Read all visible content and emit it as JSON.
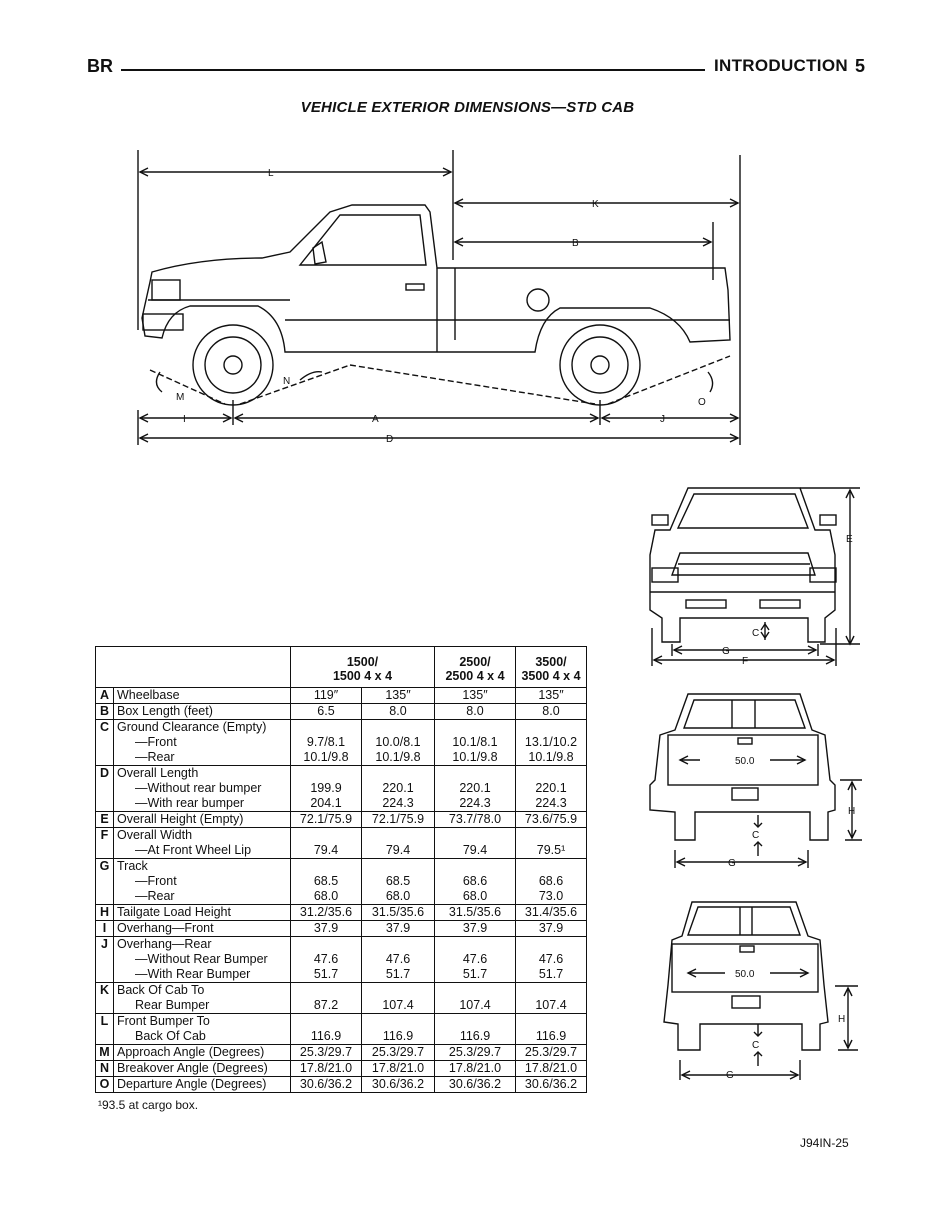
{
  "header": {
    "left": "BR",
    "right": "INTRODUCTION",
    "page": "5"
  },
  "title": "VEHICLE EXTERIOR DIMENSIONS—STD CAB",
  "side_labels": {
    "L": "L",
    "K": "K",
    "B": "B",
    "A": "A",
    "D": "D",
    "I": "I",
    "J": "J",
    "M": "M",
    "N": "N",
    "O": "O"
  },
  "front_labels": {
    "E": "E",
    "C": "C",
    "G": "G",
    "F": "F"
  },
  "rear1_labels": {
    "dim": "50.0",
    "H": "H",
    "C": "C",
    "G": "G"
  },
  "rear2_labels": {
    "dim": "50.0",
    "H": "H",
    "C": "C",
    "G": "G"
  },
  "table": {
    "columns": [
      "1500/\n1500 4 x 4",
      "2500/\n2500 4 x 4",
      "3500/\n3500 4 x 4"
    ],
    "rows": [
      {
        "key": "A",
        "lines": [
          "Wheelbase"
        ],
        "vals": [
          [
            "119″"
          ],
          [
            "135″"
          ],
          [
            "135″"
          ],
          [
            "135″"
          ]
        ]
      },
      {
        "key": "B",
        "lines": [
          "Box Length (feet)"
        ],
        "vals": [
          [
            "6.5"
          ],
          [
            "8.0"
          ],
          [
            "8.0"
          ],
          [
            "8.0"
          ]
        ]
      },
      {
        "key": "C",
        "lines": [
          "Ground Clearance (Empty)",
          "—Front",
          "—Rear"
        ],
        "vals": [
          [
            "9.7/8.1",
            "10.1/9.8"
          ],
          [
            "10.0/8.1",
            "10.1/9.8"
          ],
          [
            "10.1/8.1",
            "10.1/9.8"
          ],
          [
            "13.1/10.2",
            "10.1/9.8"
          ]
        ]
      },
      {
        "key": "D",
        "lines": [
          "Overall Length",
          "—Without rear bumper",
          "—With rear bumper"
        ],
        "vals": [
          [
            "199.9",
            "204.1"
          ],
          [
            "220.1",
            "224.3"
          ],
          [
            "220.1",
            "224.3"
          ],
          [
            "220.1",
            "224.3"
          ]
        ]
      },
      {
        "key": "E",
        "lines": [
          "Overall Height (Empty)"
        ],
        "vals": [
          [
            "72.1/75.9"
          ],
          [
            "72.1/75.9"
          ],
          [
            "73.7/78.0"
          ],
          [
            "73.6/75.9"
          ]
        ]
      },
      {
        "key": "F",
        "lines": [
          "Overall Width",
          "—At Front Wheel Lip"
        ],
        "vals": [
          [
            "79.4"
          ],
          [
            "79.4"
          ],
          [
            "79.4"
          ],
          [
            "79.5¹"
          ]
        ]
      },
      {
        "key": "G",
        "lines": [
          "Track",
          "—Front",
          "—Rear"
        ],
        "vals": [
          [
            "68.5",
            "68.0"
          ],
          [
            "68.5",
            "68.0"
          ],
          [
            "68.6",
            "68.0"
          ],
          [
            "68.6",
            "73.0"
          ]
        ]
      },
      {
        "key": "H",
        "lines": [
          "Tailgate Load Height"
        ],
        "vals": [
          [
            "31.2/35.6"
          ],
          [
            "31.5/35.6"
          ],
          [
            "31.5/35.6"
          ],
          [
            "31.4/35.6"
          ]
        ]
      },
      {
        "key": "I",
        "lines": [
          "Overhang—Front"
        ],
        "vals": [
          [
            "37.9"
          ],
          [
            "37.9"
          ],
          [
            "37.9"
          ],
          [
            "37.9"
          ]
        ]
      },
      {
        "key": "J",
        "lines": [
          "Overhang—Rear",
          "—Without Rear Bumper",
          "—With Rear Bumper"
        ],
        "vals": [
          [
            "47.6",
            "51.7"
          ],
          [
            "47.6",
            "51.7"
          ],
          [
            "47.6",
            "51.7"
          ],
          [
            "47.6",
            "51.7"
          ]
        ]
      },
      {
        "key": "K",
        "lines": [
          "Back Of Cab To",
          "Rear Bumper"
        ],
        "vals": [
          [
            "87.2"
          ],
          [
            "107.4"
          ],
          [
            "107.4"
          ],
          [
            "107.4"
          ]
        ]
      },
      {
        "key": "L",
        "lines": [
          "Front Bumper To",
          "Back Of Cab"
        ],
        "vals": [
          [
            "116.9"
          ],
          [
            "116.9"
          ],
          [
            "116.9"
          ],
          [
            "116.9"
          ]
        ]
      },
      {
        "key": "M",
        "lines": [
          "Approach Angle (Degrees)"
        ],
        "vals": [
          [
            "25.3/29.7"
          ],
          [
            "25.3/29.7"
          ],
          [
            "25.3/29.7"
          ],
          [
            "25.3/29.7"
          ]
        ]
      },
      {
        "key": "N",
        "lines": [
          "Breakover Angle (Degrees)"
        ],
        "vals": [
          [
            "17.8/21.0"
          ],
          [
            "17.8/21.0"
          ],
          [
            "17.8/21.0"
          ],
          [
            "17.8/21.0"
          ]
        ]
      },
      {
        "key": "O",
        "lines": [
          "Departure Angle (Degrees)"
        ],
        "vals": [
          [
            "30.6/36.2"
          ],
          [
            "30.6/36.2"
          ],
          [
            "30.6/36.2"
          ],
          [
            "30.6/36.2"
          ]
        ]
      }
    ]
  },
  "footnote": "¹93.5 at cargo box.",
  "figure_code": "J94IN-25"
}
